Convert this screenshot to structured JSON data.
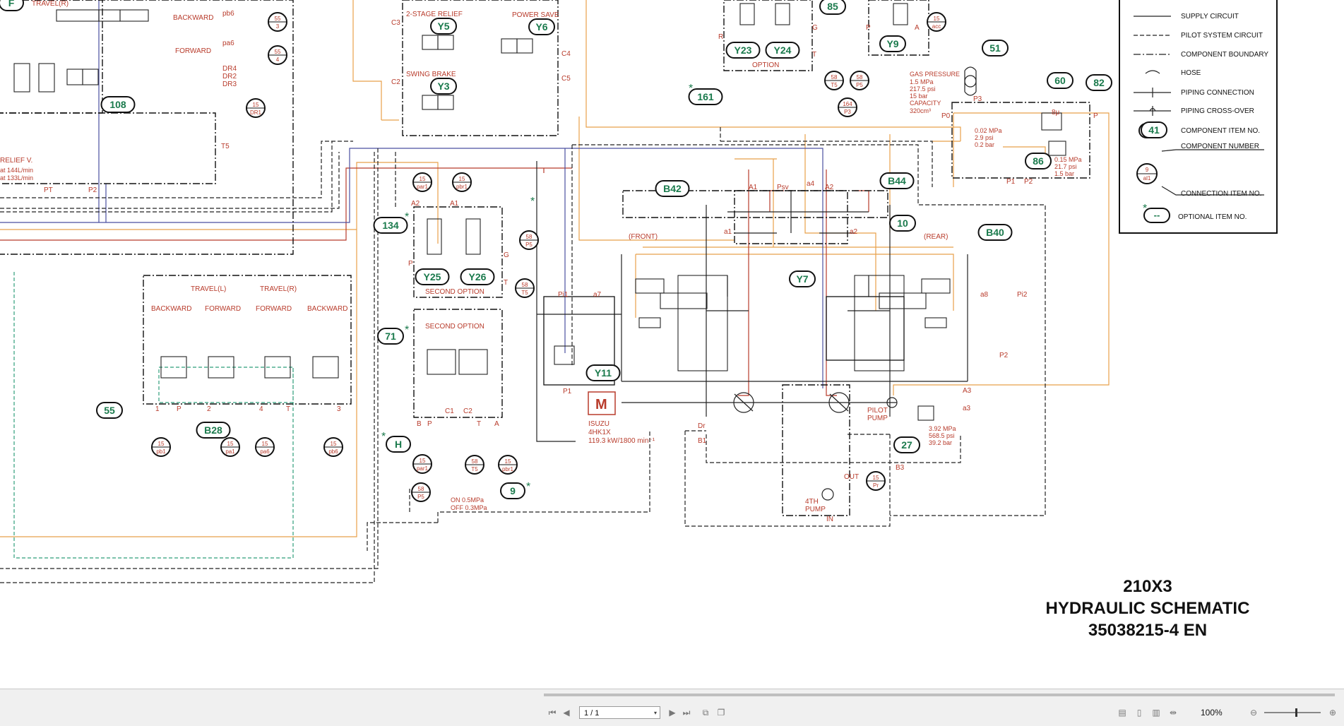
{
  "title": {
    "model": "210X3",
    "line2": "HYDRAULIC SCHEMATIC",
    "doc": "35038215-4 EN"
  },
  "legend": {
    "items": [
      {
        "label": "SUPPLY CIRCUIT"
      },
      {
        "label": "PILOT SYSTEM CIRCUIT"
      },
      {
        "label": "COMPONENT BOUNDARY"
      },
      {
        "label": "HOSE"
      },
      {
        "label": "PIPING CONNECTION"
      },
      {
        "label": "PIPING CROSS-OVER"
      },
      {
        "label": "COMPONENT ITEM NO.",
        "sample": "41"
      },
      {
        "label": "COMPONENT NUMBER"
      },
      {
        "label": "CONNECTION ITEM NO.",
        "sample_top": "9",
        "sample_bottom": "al1"
      },
      {
        "label": "OPTIONAL ITEM NO.",
        "sample": "--"
      }
    ]
  },
  "components": [
    {
      "id": "F"
    },
    {
      "id": "108"
    },
    {
      "id": "Y5"
    },
    {
      "id": "Y6"
    },
    {
      "id": "Y3"
    },
    {
      "id": "85"
    },
    {
      "id": "Y23"
    },
    {
      "id": "Y24"
    },
    {
      "id": "Y9"
    },
    {
      "id": "161"
    },
    {
      "id": "51"
    },
    {
      "id": "60"
    },
    {
      "id": "82"
    },
    {
      "id": "41"
    },
    {
      "id": "86"
    },
    {
      "id": "B42"
    },
    {
      "id": "B44"
    },
    {
      "id": "10"
    },
    {
      "id": "B40"
    },
    {
      "id": "Y7"
    },
    {
      "id": "134"
    },
    {
      "id": "Y25"
    },
    {
      "id": "Y26"
    },
    {
      "id": "71"
    },
    {
      "id": "Y11"
    },
    {
      "id": "55"
    },
    {
      "id": "B28"
    },
    {
      "id": "H"
    },
    {
      "id": "9"
    },
    {
      "id": "27"
    }
  ],
  "connections": [
    {
      "top": "55",
      "bottom": "3"
    },
    {
      "top": "55",
      "bottom": "4"
    },
    {
      "top": "15",
      "bottom": "DR1"
    },
    {
      "top": "15",
      "bottom": "acc"
    },
    {
      "top": "58",
      "bottom": "T5"
    },
    {
      "top": "58",
      "bottom": "P5"
    },
    {
      "top": "164",
      "bottom": "P3"
    },
    {
      "top": "15",
      "bottom": "par1"
    },
    {
      "top": "15",
      "bottom": "pbr1"
    },
    {
      "top": "58",
      "bottom": "P5"
    },
    {
      "top": "58",
      "bottom": "T5"
    },
    {
      "top": "15",
      "bottom": "pb1"
    },
    {
      "top": "15",
      "bottom": "pa1"
    },
    {
      "top": "15",
      "bottom": "pa6"
    },
    {
      "top": "15",
      "bottom": "pb6"
    },
    {
      "top": "15",
      "bottom": "par1"
    },
    {
      "top": "58",
      "bottom": "T5"
    },
    {
      "top": "15",
      "bottom": "pbr1"
    },
    {
      "top": "58",
      "bottom": "P5"
    },
    {
      "top": "15",
      "bottom": "Pr"
    }
  ],
  "labels": {
    "travel_r_top": "TRAVEL(R)",
    "backward": "BACKWARD",
    "forward": "FORWARD",
    "pb6": "pb6",
    "pa6": "pa6",
    "dr4": "DR4",
    "dr2": "DR2",
    "dr3": "DR3",
    "t5": "T5",
    "relief": "RELIEF V.",
    "relief_1": "at 144L/min",
    "relief_2": "at 133L/min",
    "pt": "PT",
    "p2": "P2",
    "stage_relief": "2-STAGE RELIEF",
    "power_save": "POWER SAVE",
    "swing_brake": "SWING BRAKE",
    "c3": "C3",
    "c2": "C2",
    "c4": "C4",
    "c5": "C5",
    "option": "OPTION",
    "gas_pressure": "GAS PRESSURE",
    "gas_1": "1.5 MPa",
    "gas_2": "217.5 psi",
    "gas_3": "15 bar",
    "capacity": "CAPACITY",
    "capacity_val": "320cm³",
    "p0": "P0",
    "p3": "P3",
    "p": "P",
    "8mu": "8μ",
    "check_1": "0.02 MPa",
    "check_2": "2.9 psi",
    "check_3": "0.2 bar",
    "filt_1": "0.15 MPa",
    "filt_2": "21.7 psi",
    "filt_3": "1.5 bar",
    "p1": "P1",
    "p2b": "P2",
    "a1": "A1",
    "psv": "Psv",
    "a4": "a4",
    "a2": "A2",
    "front": "(FRONT)",
    "rear": "(REAR)",
    "a1s": "a1",
    "a2s": "a2",
    "pi1": "Pi1",
    "a7": "a7",
    "a8": "a8",
    "pi2": "Pi2",
    "p1b": "P1",
    "p2c": "P2",
    "a3": "A3",
    "a3s": "a3",
    "pilot_pump": "PILOT",
    "pilot_pump2": "PUMP",
    "h_1": "3.92 MPa",
    "h_2": "568.5 psi",
    "h_3": "39.2 bar",
    "b3": "B3",
    "dr": "Dr",
    "b1": "B1",
    "motor": "M",
    "engine": "ISUZU",
    "engine_model": "4HK1X",
    "engine_power": "119.3 kW/1800 min⁻¹",
    "out": "OUT",
    "pump4": "4TH",
    "pump4b": "PUMP",
    "in": "IN",
    "a2r": "A2",
    "a1r": "A1",
    "second_option": "SECOND OPTION",
    "travel_l": "TRAVEL(L)",
    "travel_r": "TRAVEL(R)",
    "backward_l": "BACKWARD",
    "forward_l": "FORWARD",
    "forward_r": "FORWARD",
    "backward_r": "BACKWARD",
    "n1": "1",
    "np": "P",
    "n2": "2",
    "n4": "4",
    "nt": "T",
    "n3": "3",
    "b": "B",
    "pp": "P",
    "c1": "C1",
    "c2b": "C2",
    "tt": "T",
    "aa": "A",
    "on": "ON  0.5MPa",
    "off": "OFF 0.3MPa",
    "g": "G",
    "t": "T",
    "tt2": "T",
    "g2": "G",
    "pp2": "P",
    "aa2": "A",
    "r": "R",
    "p_left": "P"
  },
  "toolbar": {
    "page": "1 / 1",
    "zoom": "100%"
  },
  "colors": {
    "pilot_red": "#b83b2b",
    "supply_orange": "#e8a04a",
    "green_dash": "#2e9e7a",
    "blue": "#4a4fa0",
    "badge_green": "#1a7a4c"
  }
}
